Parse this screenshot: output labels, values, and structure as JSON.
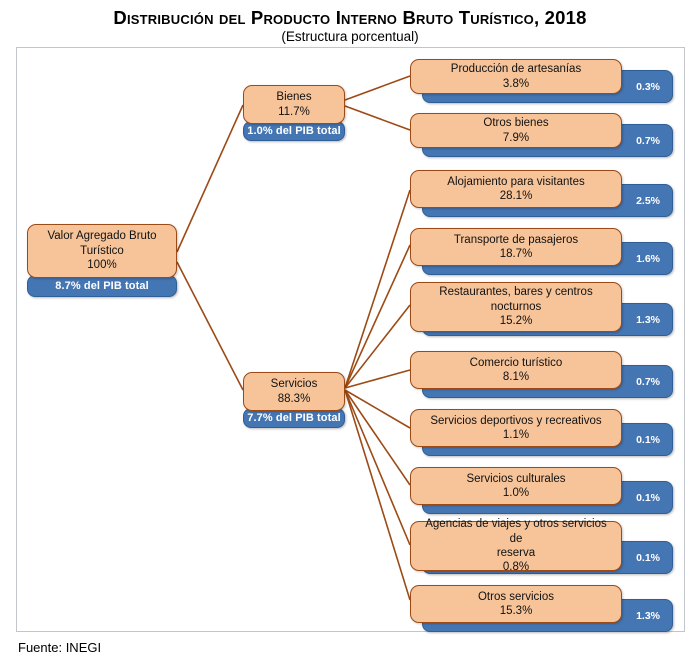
{
  "title": "Distribución del Producto Interno Bruto Turístico, 2018",
  "subtitle": "(Estructura porcentual)",
  "source": "Fuente: INEGI",
  "colors": {
    "orange_fill": "#f7c49a",
    "orange_border": "#9c4a16",
    "blue_fill": "#4576b4",
    "blue_border": "#2f5f96",
    "connector": "#9c4a16",
    "frame_border": "#c2c5cc"
  },
  "root": {
    "name": "Valor Agregado Bruto Turístico",
    "name_line1": "Valor Agregado Bruto",
    "name_line2": "Turístico",
    "value": "100%",
    "pib": "8.7% del PIB total"
  },
  "branches": [
    {
      "name": "Bienes",
      "value": "11.7%",
      "pib": "1.0% del PIB total"
    },
    {
      "name": "Servicios",
      "value": "88.3%",
      "pib": "7.7% del PIB total"
    }
  ],
  "leaves": [
    {
      "name": "Producción de artesanías",
      "name_line2": "",
      "value": "3.8%",
      "pib": "0.3%",
      "parent": "Bienes"
    },
    {
      "name": "Otros bienes",
      "name_line2": "",
      "value": "7.9%",
      "pib": "0.7%",
      "parent": "Bienes"
    },
    {
      "name": "Alojamiento para visitantes",
      "name_line2": "",
      "value": "28.1%",
      "pib": "2.5%",
      "parent": "Servicios"
    },
    {
      "name": "Transporte de pasajeros",
      "name_line2": "",
      "value": "18.7%",
      "pib": "1.6%",
      "parent": "Servicios"
    },
    {
      "name": "Restaurantes, bares y centros",
      "name_line2": "nocturnos",
      "value": "15.2%",
      "pib": "1.3%",
      "parent": "Servicios"
    },
    {
      "name": "Comercio turístico",
      "name_line2": "",
      "value": "8.1%",
      "pib": "0.7%",
      "parent": "Servicios"
    },
    {
      "name": "Servicios deportivos y recreativos",
      "name_line2": "",
      "value": "1.1%",
      "pib": "0.1%",
      "parent": "Servicios"
    },
    {
      "name": "Servicios culturales",
      "name_line2": "",
      "value": "1.0%",
      "pib": "0.1%",
      "parent": "Servicios"
    },
    {
      "name": "Agencias de viajes y otros servicios de",
      "name_line2": "reserva",
      "value": "0.8%",
      "pib": "0.1%",
      "parent": "Servicios"
    },
    {
      "name": "Otros servicios",
      "name_line2": "",
      "value": "15.3%",
      "pib": "1.3%",
      "parent": "Servicios"
    }
  ],
  "chart_data": {
    "type": "diagram",
    "title": "Distribución del Producto Interno Bruto Turístico, 2018",
    "subtitle": "(Estructura porcentual)",
    "units": "percent of tourism GVA; blue badge = percent of total GDP",
    "nodes": [
      {
        "label": "Valor Agregado Bruto Turístico",
        "share_of_tourism_gva": 100.0,
        "share_of_total_gdp": 8.7,
        "level": 0
      },
      {
        "label": "Bienes",
        "share_of_tourism_gva": 11.7,
        "share_of_total_gdp": 1.0,
        "level": 1
      },
      {
        "label": "Servicios",
        "share_of_tourism_gva": 88.3,
        "share_of_total_gdp": 7.7,
        "level": 1
      },
      {
        "label": "Producción de artesanías",
        "share_of_tourism_gva": 3.8,
        "share_of_total_gdp": 0.3,
        "level": 2,
        "parent": "Bienes"
      },
      {
        "label": "Otros bienes",
        "share_of_tourism_gva": 7.9,
        "share_of_total_gdp": 0.7,
        "level": 2,
        "parent": "Bienes"
      },
      {
        "label": "Alojamiento para visitantes",
        "share_of_tourism_gva": 28.1,
        "share_of_total_gdp": 2.5,
        "level": 2,
        "parent": "Servicios"
      },
      {
        "label": "Transporte de pasajeros",
        "share_of_tourism_gva": 18.7,
        "share_of_total_gdp": 1.6,
        "level": 2,
        "parent": "Servicios"
      },
      {
        "label": "Restaurantes, bares y centros nocturnos",
        "share_of_tourism_gva": 15.2,
        "share_of_total_gdp": 1.3,
        "level": 2,
        "parent": "Servicios"
      },
      {
        "label": "Comercio turístico",
        "share_of_tourism_gva": 8.1,
        "share_of_total_gdp": 0.7,
        "level": 2,
        "parent": "Servicios"
      },
      {
        "label": "Servicios deportivos y recreativos",
        "share_of_tourism_gva": 1.1,
        "share_of_total_gdp": 0.1,
        "level": 2,
        "parent": "Servicios"
      },
      {
        "label": "Servicios culturales",
        "share_of_tourism_gva": 1.0,
        "share_of_total_gdp": 0.1,
        "level": 2,
        "parent": "Servicios"
      },
      {
        "label": "Agencias de viajes y otros servicios de reserva",
        "share_of_tourism_gva": 0.8,
        "share_of_total_gdp": 0.1,
        "level": 2,
        "parent": "Servicios"
      },
      {
        "label": "Otros servicios",
        "share_of_tourism_gva": 15.3,
        "share_of_total_gdp": 1.3,
        "level": 2,
        "parent": "Servicios"
      }
    ]
  }
}
